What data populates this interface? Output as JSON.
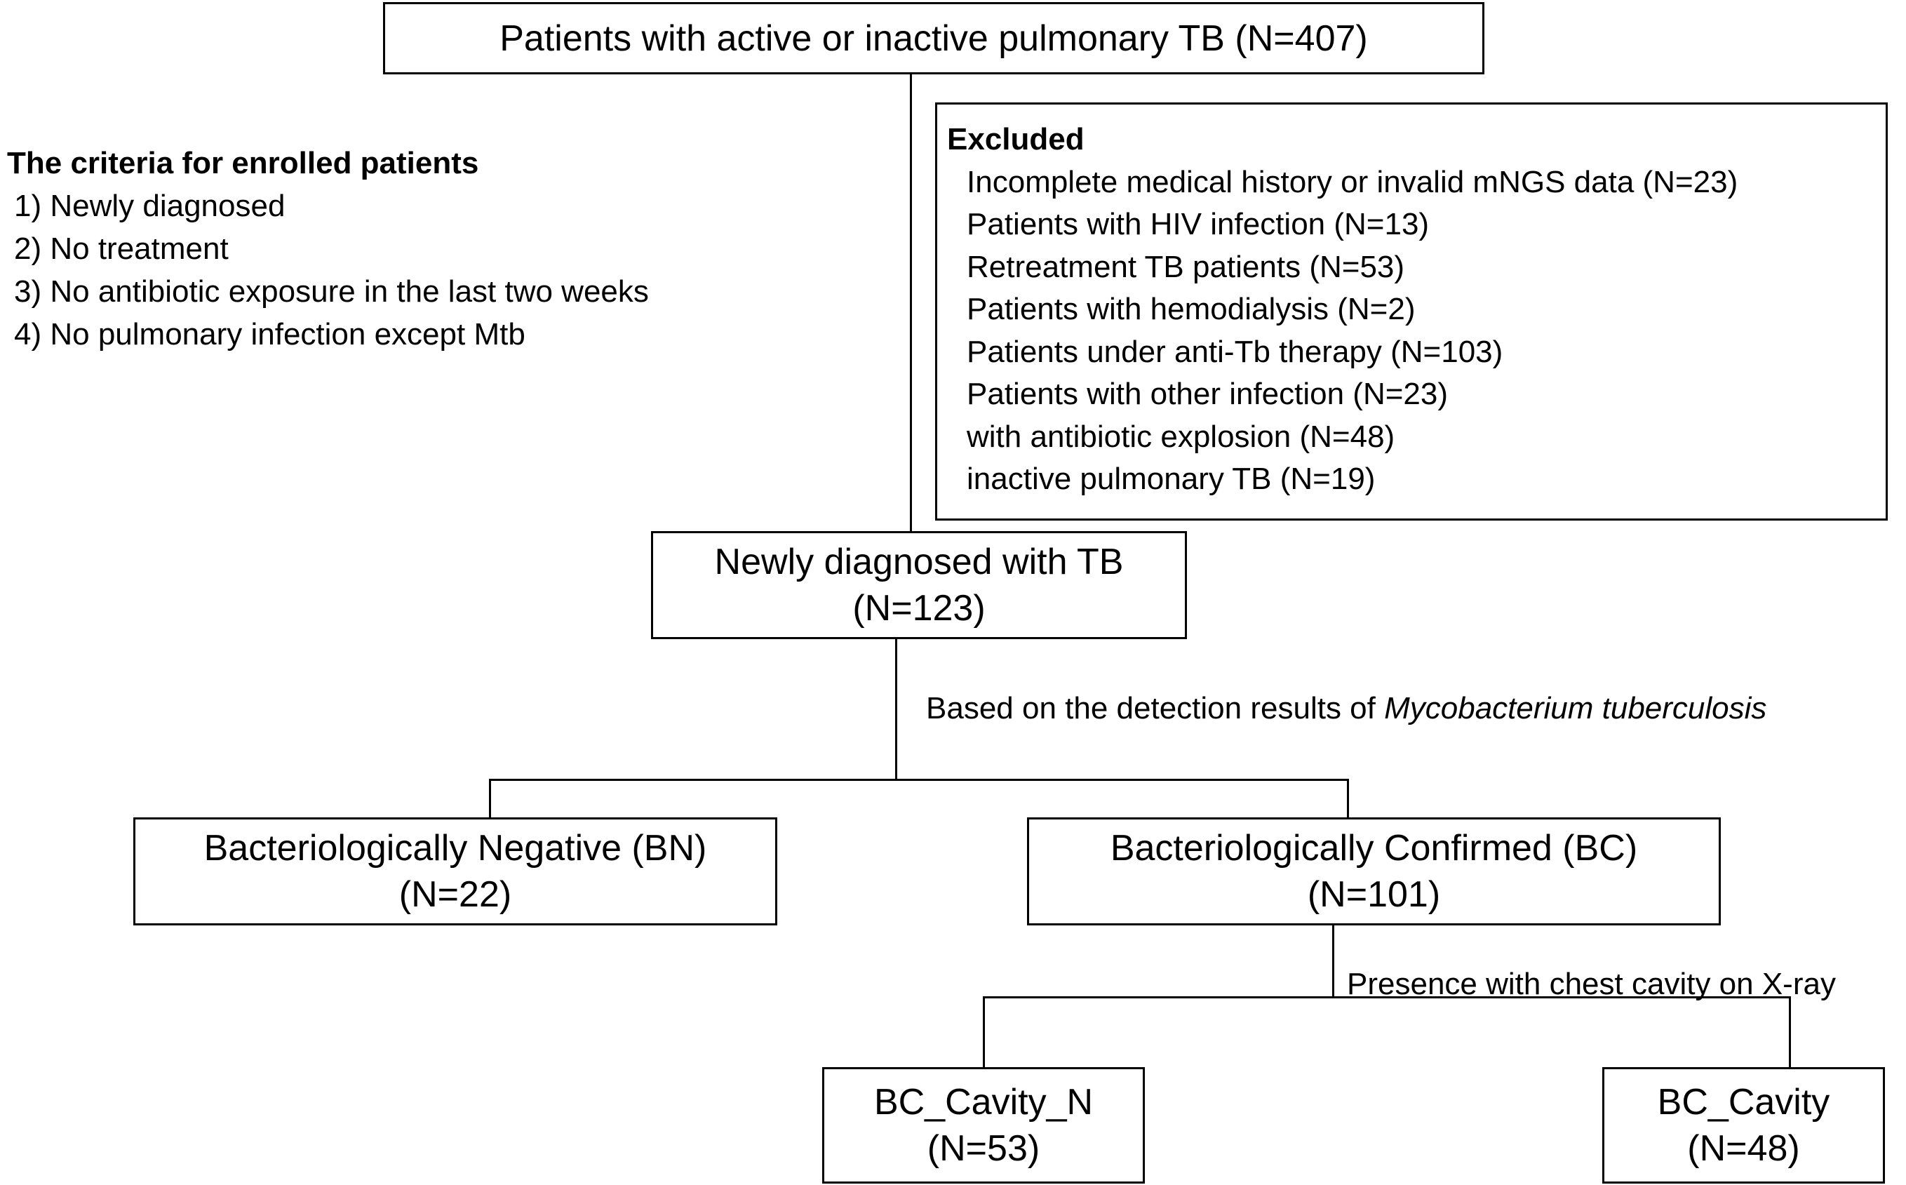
{
  "top_box": {
    "text": "Patients with active or inactive pulmonary TB (N=407)"
  },
  "criteria": {
    "title": "The criteria for enrolled patients",
    "items": [
      "1) Newly diagnosed",
      "2) No treatment",
      "3) No antibiotic exposure in the last two weeks",
      "4) No pulmonary infection except Mtb"
    ]
  },
  "excluded": {
    "title": "Excluded",
    "items": [
      "Incomplete medical history or invalid mNGS data (N=23)",
      "Patients with HIV infection (N=13)",
      "Retreatment TB patients (N=53)",
      "Patients with hemodialysis (N=2)",
      "Patients under anti-Tb therapy (N=103)",
      "Patients with other infection (N=23)",
      "with antibiotic explosion (N=48)",
      "inactive pulmonary TB (N=19)"
    ]
  },
  "newly_box": {
    "line1": "Newly diagnosed with TB",
    "line2": "(N=123)"
  },
  "split_label_1": {
    "prefix": "Based on the detection results of ",
    "organism": "Mycobacterium tuberculosis"
  },
  "bn_box": {
    "line1": "Bacteriologically Negative (BN)",
    "line2": "(N=22)"
  },
  "bc_box": {
    "line1": "Bacteriologically Confirmed (BC)",
    "line2": "(N=101)"
  },
  "split_label_2": {
    "text": "Presence with chest cavity on X-ray"
  },
  "cavn_box": {
    "line1": "BC_Cavity_N",
    "line2": "(N=53)"
  },
  "cav_box": {
    "line1": "BC_Cavity",
    "line2": "(N=48)"
  }
}
